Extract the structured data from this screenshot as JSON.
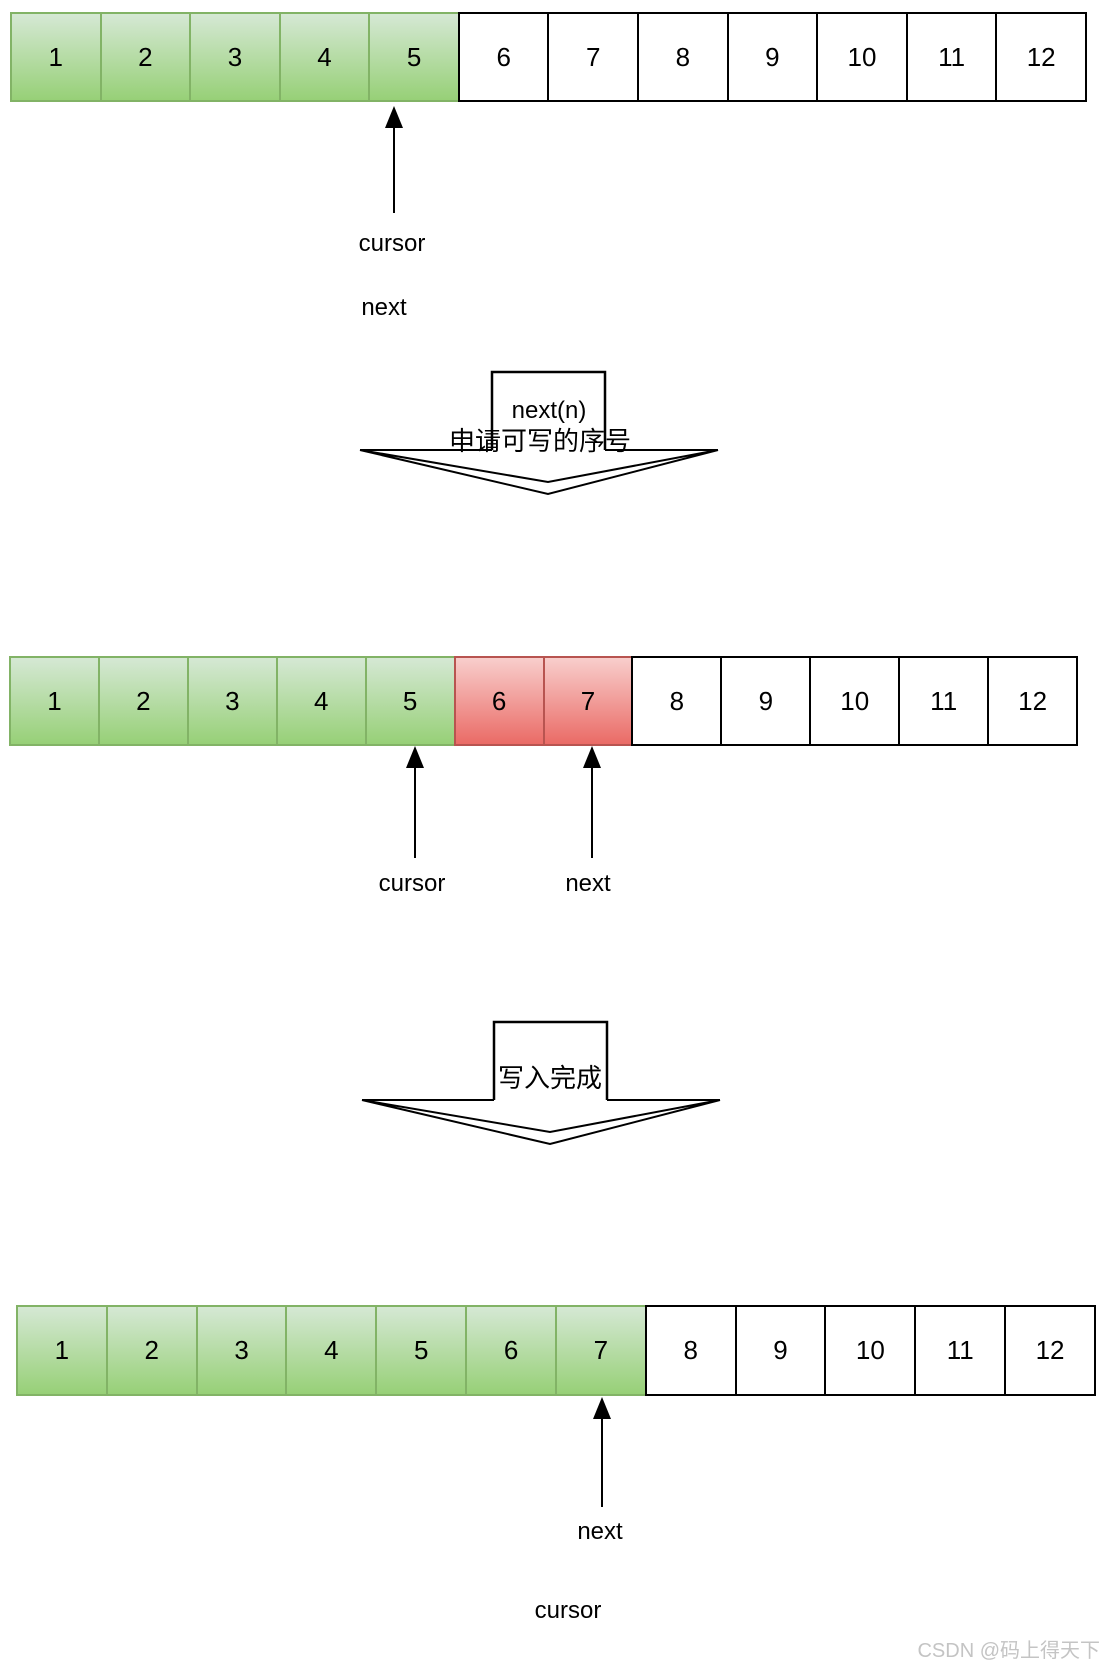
{
  "diagram": {
    "rows": [
      {
        "name": "state-before-next",
        "cells": [
          {
            "label": "1",
            "state": "green"
          },
          {
            "label": "2",
            "state": "green"
          },
          {
            "label": "3",
            "state": "green"
          },
          {
            "label": "4",
            "state": "green"
          },
          {
            "label": "5",
            "state": "green"
          },
          {
            "label": "6",
            "state": "white"
          },
          {
            "label": "7",
            "state": "white"
          },
          {
            "label": "8",
            "state": "white"
          },
          {
            "label": "9",
            "state": "white"
          },
          {
            "label": "10",
            "state": "white"
          },
          {
            "label": "11",
            "state": "white"
          },
          {
            "label": "12",
            "state": "white"
          }
        ],
        "pointers": [
          {
            "label": "cursor"
          },
          {
            "label": "next"
          }
        ]
      },
      {
        "name": "state-after-next-claim",
        "cells": [
          {
            "label": "1",
            "state": "green"
          },
          {
            "label": "2",
            "state": "green"
          },
          {
            "label": "3",
            "state": "green"
          },
          {
            "label": "4",
            "state": "green"
          },
          {
            "label": "5",
            "state": "green"
          },
          {
            "label": "6",
            "state": "red"
          },
          {
            "label": "7",
            "state": "red"
          },
          {
            "label": "8",
            "state": "white"
          },
          {
            "label": "9",
            "state": "white"
          },
          {
            "label": "10",
            "state": "white"
          },
          {
            "label": "11",
            "state": "white"
          },
          {
            "label": "12",
            "state": "white"
          }
        ],
        "pointers": [
          {
            "label": "cursor"
          },
          {
            "label": "next"
          }
        ]
      },
      {
        "name": "state-after-publish",
        "cells": [
          {
            "label": "1",
            "state": "green"
          },
          {
            "label": "2",
            "state": "green"
          },
          {
            "label": "3",
            "state": "green"
          },
          {
            "label": "4",
            "state": "green"
          },
          {
            "label": "5",
            "state": "green"
          },
          {
            "label": "6",
            "state": "green"
          },
          {
            "label": "7",
            "state": "green"
          },
          {
            "label": "8",
            "state": "white"
          },
          {
            "label": "9",
            "state": "white"
          },
          {
            "label": "10",
            "state": "white"
          },
          {
            "label": "11",
            "state": "white"
          },
          {
            "label": "12",
            "state": "white"
          }
        ],
        "pointers": [
          {
            "label": "next"
          },
          {
            "label": "cursor"
          }
        ]
      }
    ],
    "flow_arrows": [
      {
        "box_label": "next(n)",
        "caption": "申请可写的序号"
      },
      {
        "box_label": "",
        "caption": "写入完成"
      }
    ],
    "watermark": "CSDN @码上得天下",
    "colors": {
      "green_fill_top": "#d5e8d4",
      "green_fill_bottom": "#97d077",
      "green_border": "#82b366",
      "red_fill_top": "#f8cecc",
      "red_fill_bottom": "#ea6b66",
      "red_border": "#b85450"
    }
  }
}
